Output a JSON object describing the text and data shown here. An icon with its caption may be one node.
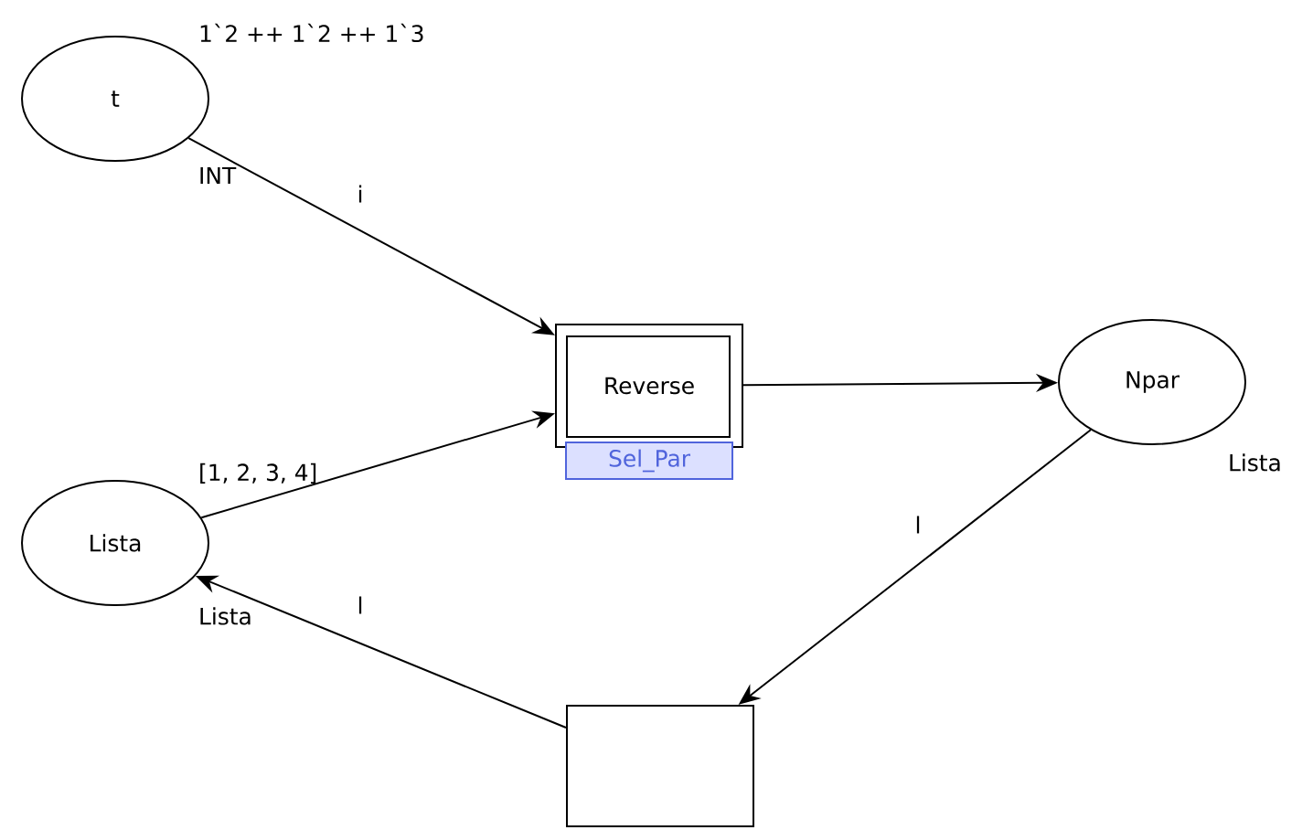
{
  "diagram": {
    "nodes": [
      {
        "text": [
          "t"
        ],
        "beside": [
          "1`2 ++ 1`2 ++ 1`3",
          "INT"
        ]
      },
      {
        "text": [
          "Lista"
        ],
        "beside": [
          "[1, 2, 3, 4]",
          "Lista"
        ]
      },
      {
        "text": [
          "Reverse"
        ],
        "beside": [
          "Sel_Par"
        ]
      },
      {
        "text": [
          "Npar"
        ],
        "beside": [
          "Lista"
        ]
      },
      {
        "text": [],
        "shape": "box"
      }
    ],
    "edges": [
      {
        "from": 0,
        "to": 2,
        "arrow": "to",
        "label": "i"
      },
      {
        "from": 1,
        "to": 2,
        "arrow": "to"
      },
      {
        "from": 2,
        "to": 3,
        "arrow": "to"
      },
      {
        "from": 3,
        "to": 4,
        "arrow": "to",
        "label": "l"
      },
      {
        "from": 4,
        "to": 1,
        "arrow": "to",
        "label": "l"
      }
    ]
  }
}
